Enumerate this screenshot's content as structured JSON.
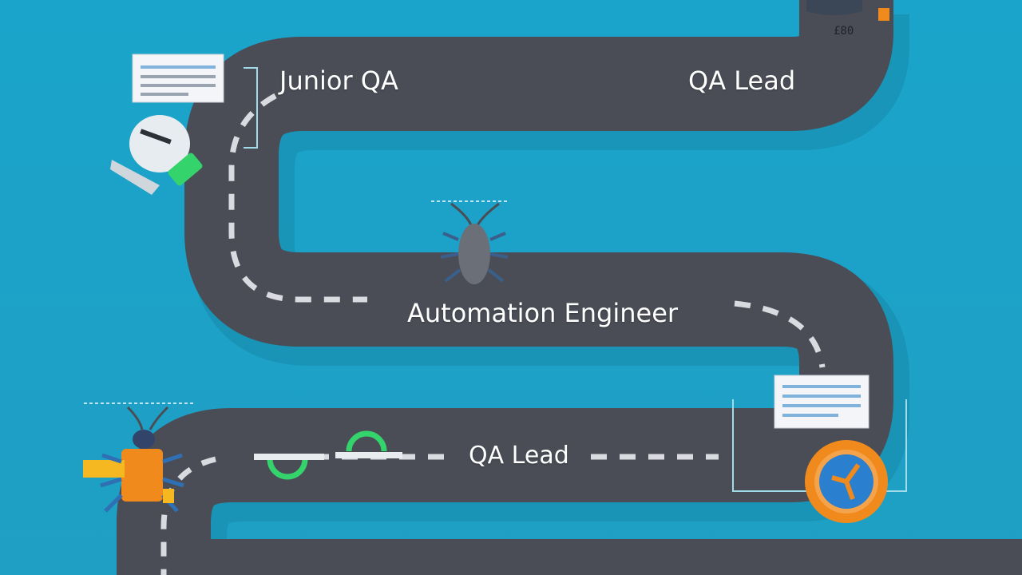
{
  "milestones": {
    "junior_qa": "Junior QA",
    "qa_lead_top": "QA Lead",
    "automation_engineer": "Automation Engineer",
    "qa_lead_bottom": "QA Lead"
  },
  "corner_badge": "£80",
  "colors": {
    "background": "#1ea6cc",
    "road": "#4a4d56",
    "road_dash": "#d9dbe0",
    "accent_green": "#35d36b",
    "accent_orange": "#f08a1d",
    "bug_body": "#6b6f78"
  }
}
